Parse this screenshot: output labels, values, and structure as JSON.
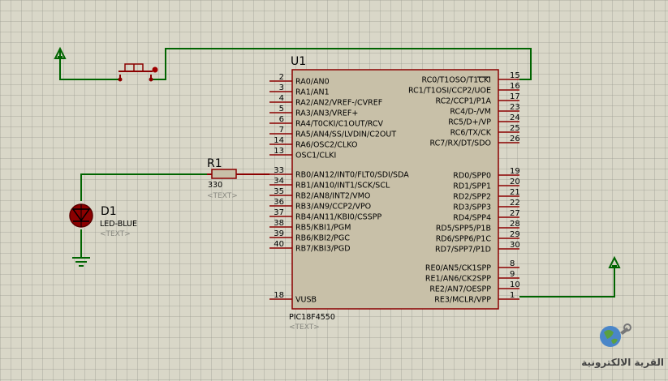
{
  "chip": {
    "ref": "U1",
    "part": "PIC18F4550",
    "text": "<TEXT>",
    "left_pins": [
      {
        "num": "2",
        "label": "RA0/AN0"
      },
      {
        "num": "3",
        "label": "RA1/AN1"
      },
      {
        "num": "4",
        "label": "RA2/AN2/VREF-/CVREF"
      },
      {
        "num": "5",
        "label": "RA3/AN3/VREF+"
      },
      {
        "num": "6",
        "label": "RA4/T0CKI/C1OUT/RCV"
      },
      {
        "num": "7",
        "label": "RA5/AN4/SS/LVDIN/C2OUT"
      },
      {
        "num": "14",
        "label": "RA6/OSC2/CLKO"
      },
      {
        "num": "13",
        "label": "OSC1/CLKI"
      },
      {
        "num": "33",
        "label": "RB0/AN12/INT0/FLT0/SDI/SDA"
      },
      {
        "num": "34",
        "label": "RB1/AN10/INT1/SCK/SCL"
      },
      {
        "num": "35",
        "label": "RB2/AN8/INT2/VMO"
      },
      {
        "num": "36",
        "label": "RB3/AN9/CCP2/VPO"
      },
      {
        "num": "37",
        "label": "RB4/AN11/KBI0/CSSPP"
      },
      {
        "num": "38",
        "label": "RB5/KBI1/PGM"
      },
      {
        "num": "39",
        "label": "RB6/KBI2/PGC"
      },
      {
        "num": "40",
        "label": "RB7/KBI3/PGD"
      },
      {
        "num": "18",
        "label": "VUSB"
      }
    ],
    "right_pins": [
      {
        "num": "15",
        "label": "RC0/T1OSO/T1CKI"
      },
      {
        "num": "16",
        "label": "RC1/T1OSI/CCP2/UOE"
      },
      {
        "num": "17",
        "label": "RC2/CCP1/P1A"
      },
      {
        "num": "23",
        "label": "RC4/D-/VM"
      },
      {
        "num": "24",
        "label": "RC5/D+/VP"
      },
      {
        "num": "25",
        "label": "RC6/TX/CK"
      },
      {
        "num": "26",
        "label": "RC7/RX/DT/SDO"
      },
      {
        "num": "19",
        "label": "RD0/SPP0"
      },
      {
        "num": "20",
        "label": "RD1/SPP1"
      },
      {
        "num": "21",
        "label": "RD2/SPP2"
      },
      {
        "num": "22",
        "label": "RD3/SPP3"
      },
      {
        "num": "27",
        "label": "RD4/SPP4"
      },
      {
        "num": "28",
        "label": "RD5/SPP5/P1B"
      },
      {
        "num": "29",
        "label": "RD6/SPP6/P1C"
      },
      {
        "num": "30",
        "label": "RD7/SPP7/P1D"
      },
      {
        "num": "8",
        "label": "RE0/AN5/CK1SPP"
      },
      {
        "num": "9",
        "label": "RE1/AN6/CK2SPP"
      },
      {
        "num": "10",
        "label": "RE2/AN7/OESPP"
      },
      {
        "num": "1",
        "label": "RE3/MCLR/VPP"
      }
    ]
  },
  "resistor": {
    "ref": "R1",
    "value": "330",
    "text": "<TEXT>"
  },
  "led": {
    "ref": "D1",
    "value": "LED-BLUE",
    "text": "<TEXT>"
  },
  "logo": {
    "text": "القرية الالكترونية"
  },
  "colors": {
    "wire": "#006400",
    "chip_fill": "#c8c0a8",
    "chip_border": "#8b0000",
    "pin": "#8b0000",
    "led": "#8b0000"
  }
}
